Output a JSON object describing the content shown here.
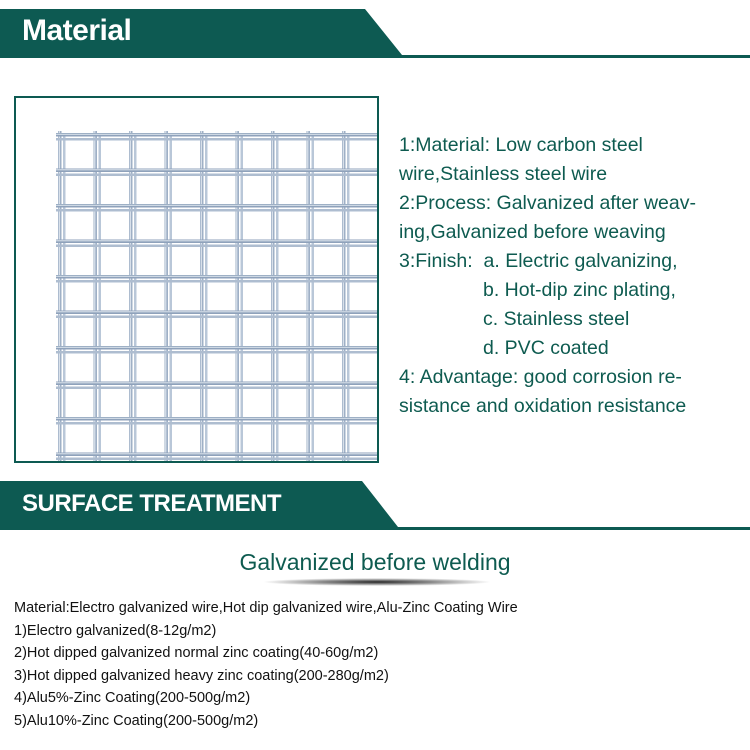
{
  "colors": {
    "brand_green": "#0d5a52",
    "text_green": "#0e5b50",
    "body_text": "#111111"
  },
  "material_section": {
    "title": "Material",
    "image": {
      "subject": "welded-wire-mesh-panel",
      "icon": "wire-mesh-photo"
    },
    "specs": [
      {
        "text": "1:Material: Low carbon steel",
        "indent": false
      },
      {
        "text": "wire,Stainless steel wire",
        "indent": false
      },
      {
        "text": "2:Process: Galvanized after weav-",
        "indent": false
      },
      {
        "text": "ing,Galvanized before weaving",
        "indent": false
      },
      {
        "text": "3:Finish:  a. Electric galvanizing,",
        "indent": false
      },
      {
        "text": "b. Hot-dip zinc plating,",
        "indent": true
      },
      {
        "text": "c. Stainless steel",
        "indent": true
      },
      {
        "text": "d. PVC coated",
        "indent": true
      },
      {
        "text": "4: Advantage: good corrosion re-",
        "indent": false
      },
      {
        "text": "sistance and oxidation resistance",
        "indent": false
      }
    ]
  },
  "surface_section": {
    "title": "SURFACE TREATMENT",
    "subtitle": "Galvanized before welding",
    "lines": [
      "Material:Electro galvanized wire,Hot dip galvanized wire,Alu-Zinc Coating Wire",
      "1)Electro galvanized(8-12g/m2)",
      "2)Hot dipped galvanized normal zinc coating(40-60g/m2)",
      "3)Hot dipped galvanized heavy zinc coating(200-280g/m2)",
      "4)Alu5%-Zinc Coating(200-500g/m2)",
      "5)Alu10%-Zinc Coating(200-500g/m2)"
    ]
  }
}
